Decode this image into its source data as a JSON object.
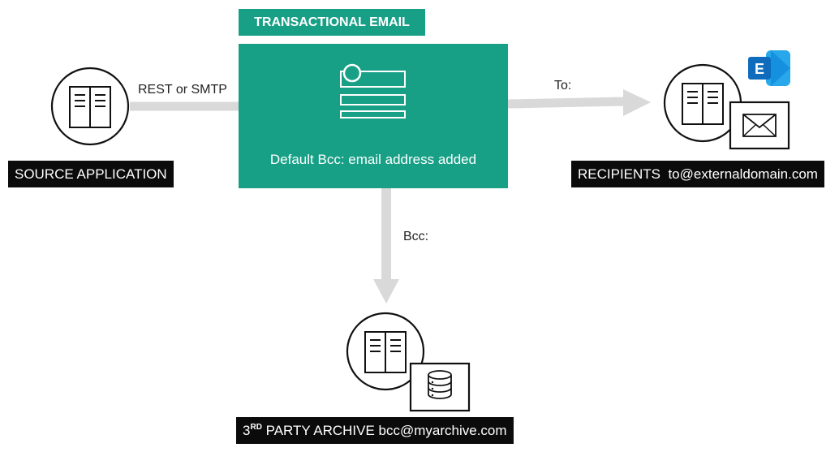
{
  "header": {
    "title": "TRANSACTIONAL EMAIL",
    "box_caption": "Default Bcc: email address added"
  },
  "edges": {
    "source_to_email": "REST or SMTP",
    "email_to_recipients": "To:",
    "email_to_archive": "Bcc:"
  },
  "nodes": {
    "source": {
      "label": "SOURCE APPLICATION"
    },
    "recipients": {
      "label": "RECIPIENTS  to@externaldomain.com",
      "badge_letter": "E"
    },
    "archive": {
      "label_sup": "RD",
      "label_prefix": "3",
      "label_rest": " PARTY ARCHIVE bcc@myarchive.com"
    }
  },
  "colors": {
    "teal": "#17a085",
    "arrow_gray": "#d9d9d9",
    "label_bg": "#0b0b0b",
    "exchange_blue": "#0f6cbd",
    "exchange_light": "#28a8ea"
  },
  "icons": {
    "app": "book-icon",
    "mail": "envelope-icon",
    "database": "database-icon",
    "exchange": "exchange-logo-icon",
    "template": "email-template-icon"
  }
}
